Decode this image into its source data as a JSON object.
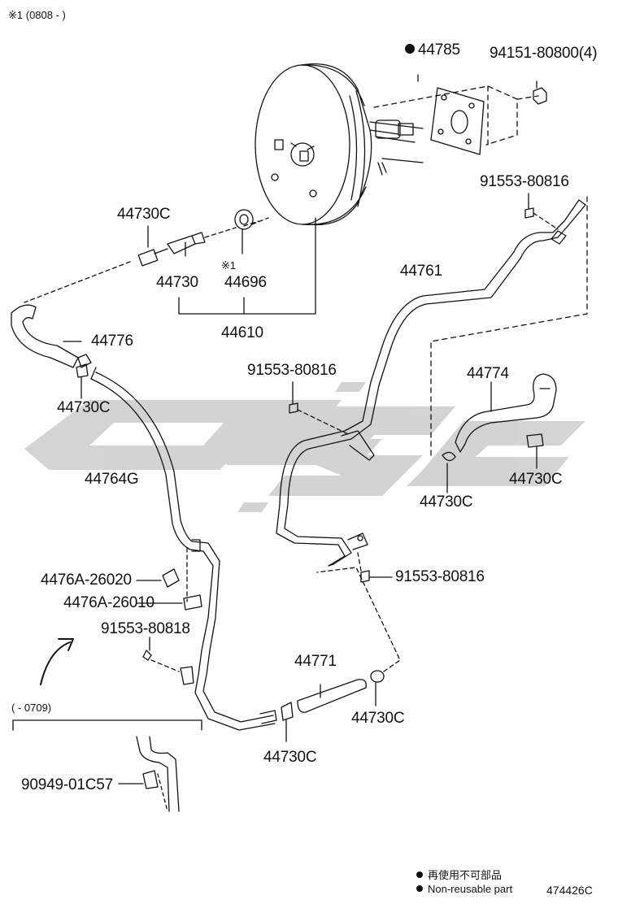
{
  "header_note": "※1 (0808 -     )",
  "figure_code": "474426C",
  "legend": {
    "jp": "再使用不可部品",
    "en": "Non-reusable part"
  },
  "watermark_color": "#c8c8c8",
  "line_color": "#111111",
  "parts": {
    "p44785": "44785",
    "p94151": "94151-80800(4)",
    "p91553_a": "91553-80816",
    "p44730C_a": "44730C",
    "p44730": "44730",
    "p44696_mark": "※1",
    "p44696": "44696",
    "p44610": "44610",
    "p44761": "44761",
    "p44776": "44776",
    "p44730C_b": "44730C",
    "p91553_b": "91553-80816",
    "p44774": "44774",
    "p44764G": "44764G",
    "p44730C_c": "44730C",
    "p44730C_d": "44730C",
    "p91553_c": "91553-80816",
    "p4476A_26020": "4476A-26020",
    "p4476A_26010": "4476A-26010",
    "p91553_80818": "91553-80818",
    "p44771": "44771",
    "p44730C_e": "44730C",
    "p44730C_f": "44730C",
    "inset_note": "(      - 0709)",
    "p90949": "90949-01C57"
  }
}
